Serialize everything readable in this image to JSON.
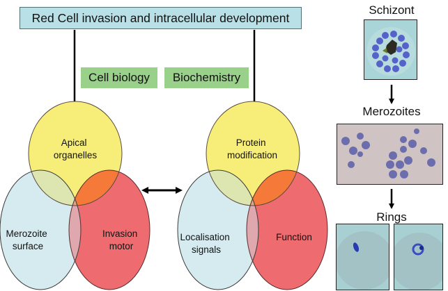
{
  "title": "Red Cell invasion and intracellular development",
  "tags": {
    "cell_biology": "Cell biology",
    "biochemistry": "Biochemistry"
  },
  "venn_left": {
    "top": [
      "Apical",
      "organelles"
    ],
    "left": [
      "Merozoite",
      "surface"
    ],
    "right": [
      "Invasion",
      "motor"
    ]
  },
  "venn_right": {
    "top": [
      "Protein",
      "modification"
    ],
    "left": [
      "Localisation",
      "signals"
    ],
    "right": [
      "Function"
    ]
  },
  "stages": {
    "schizont": "Schizont",
    "merozoites": "Merozoites",
    "rings": "Rings"
  },
  "colors": {
    "title_bg": "#b9e0e6",
    "tag_bg": "#99d08a",
    "yellow": "#f7ee7a",
    "blue": "#d6ebf0",
    "red": "#ee6b70",
    "yellow_red_overlap": "#f57a3a",
    "yellow_blue_overlap": "#dde6b0",
    "blue_red_overlap": "#dfa7ae",
    "center_overlap": "#d9a88c"
  }
}
